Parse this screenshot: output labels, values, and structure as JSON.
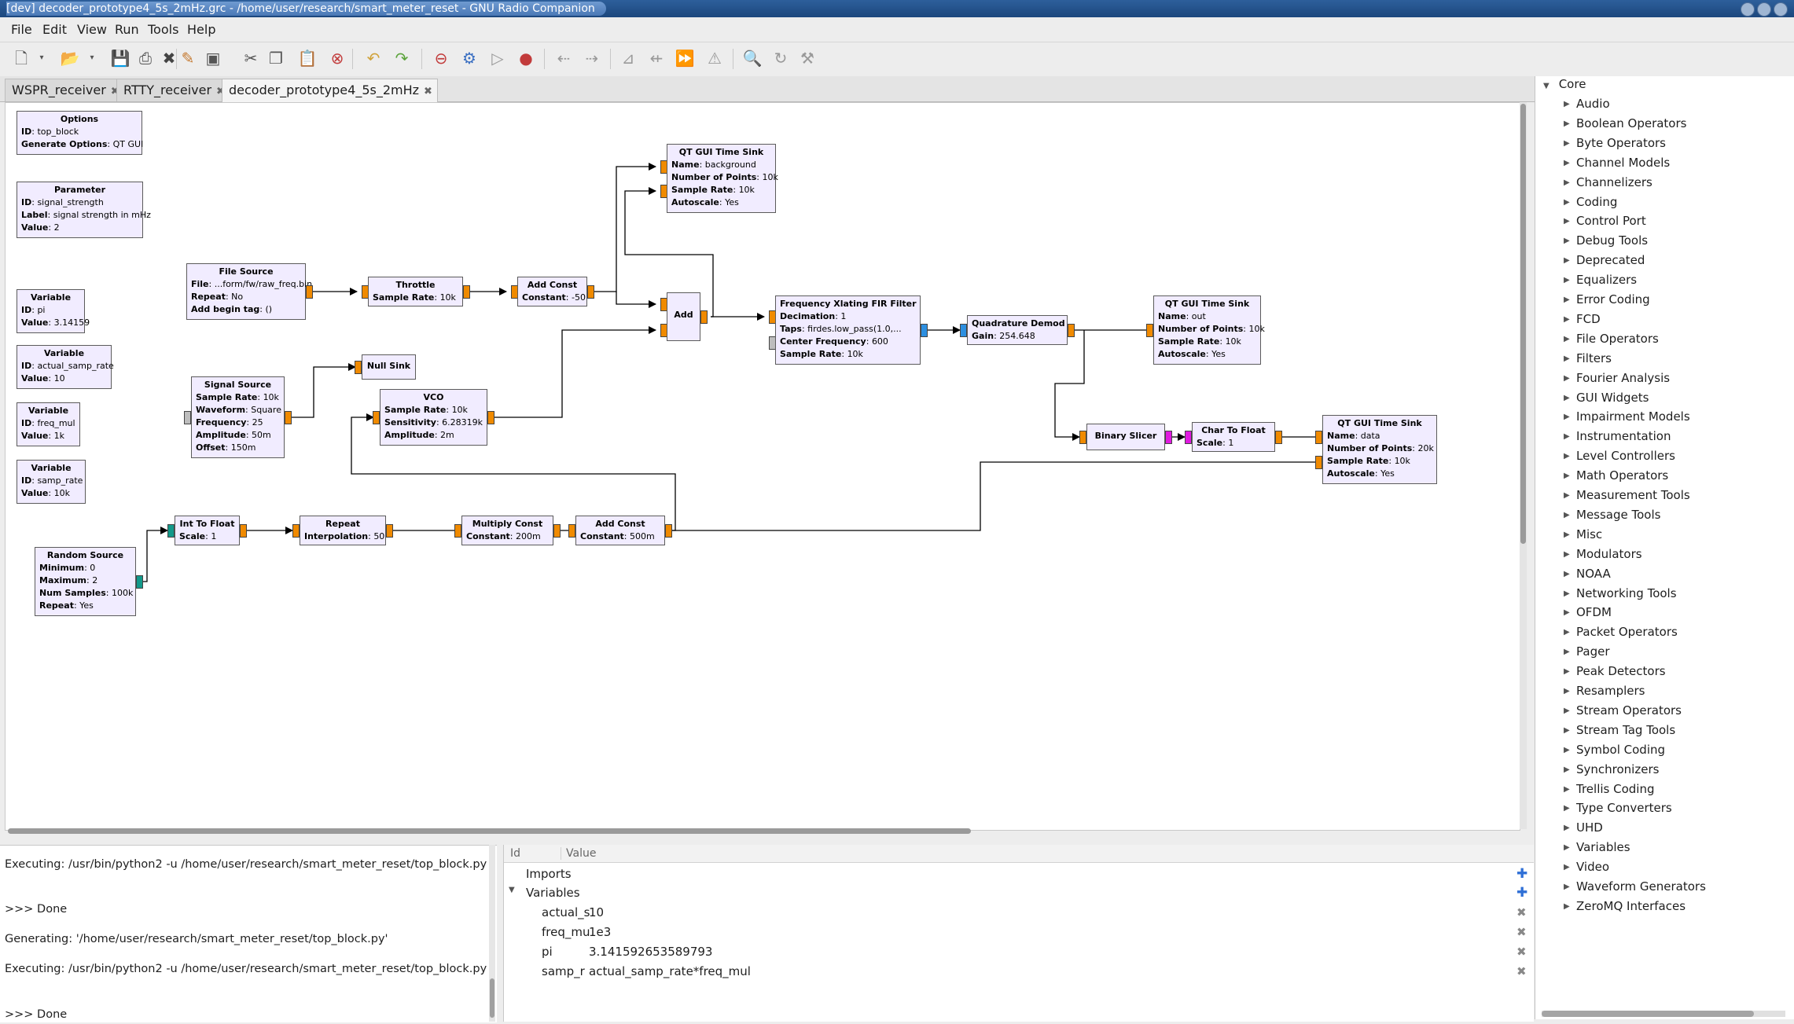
{
  "window": {
    "title": "[dev] decoder_prototype4_5s_2mHz.grc - /home/user/research/smart_meter_reset - GNU Radio Companion"
  },
  "menu": [
    "File",
    "Edit",
    "View",
    "Run",
    "Tools",
    "Help"
  ],
  "toolbar_icons": [
    "new-icon",
    "dropdown-icon",
    "open-icon",
    "dropdown-icon",
    "save-icon",
    "print-icon",
    "close-icon",
    "properties-icon",
    "screenshot-icon",
    "cut-icon",
    "copy-icon",
    "paste-icon",
    "delete-icon",
    "undo-icon",
    "redo-icon",
    "disable-icon",
    "generate-icon",
    "run-icon",
    "kill-icon",
    "rotate-left-icon",
    "rotate-right-icon",
    "bypass-icon",
    "reload-icon",
    "forward-icon",
    "find-icon",
    "refresh-icon",
    "debug-icon"
  ],
  "tabs": [
    {
      "label": "WSPR_receiver",
      "active": false
    },
    {
      "label": "RTTY_receiver",
      "active": false
    },
    {
      "label": "decoder_prototype4_5s_2mHz",
      "active": true
    }
  ],
  "blocks": [
    {
      "key": "options",
      "title": "Options",
      "props": [
        [
          "ID",
          "top_block"
        ],
        [
          "Generate Options",
          "QT GUI"
        ]
      ]
    },
    {
      "key": "parameter",
      "title": "Parameter",
      "props": [
        [
          "ID",
          "signal_strength"
        ],
        [
          "Label",
          "signal strength in mHz"
        ],
        [
          "Value",
          "2"
        ]
      ]
    },
    {
      "key": "var_pi",
      "title": "Variable",
      "props": [
        [
          "ID",
          "pi"
        ],
        [
          "Value",
          "3.14159"
        ]
      ]
    },
    {
      "key": "var_actual",
      "title": "Variable",
      "props": [
        [
          "ID",
          "actual_samp_rate"
        ],
        [
          "Value",
          "10"
        ]
      ]
    },
    {
      "key": "var_freq",
      "title": "Variable",
      "props": [
        [
          "ID",
          "freq_mul"
        ],
        [
          "Value",
          "1k"
        ]
      ]
    },
    {
      "key": "var_samp",
      "title": "Variable",
      "props": [
        [
          "ID",
          "samp_rate"
        ],
        [
          "Value",
          "10k"
        ]
      ]
    },
    {
      "key": "file_source",
      "title": "File Source",
      "props": [
        [
          "File",
          "...form/fw/raw_freq.bin"
        ],
        [
          "Repeat",
          "No"
        ],
        [
          "Add begin tag",
          "()"
        ]
      ]
    },
    {
      "key": "throttle",
      "title": "Throttle",
      "props": [
        [
          "Sample Rate",
          "10k"
        ]
      ]
    },
    {
      "key": "add_const1",
      "title": "Add Const",
      "props": [
        [
          "Constant",
          "-50"
        ]
      ]
    },
    {
      "key": "qt_sink1",
      "title": "QT GUI Time Sink",
      "props": [
        [
          "Name",
          "background"
        ],
        [
          "Number of Points",
          "10k"
        ],
        [
          "Sample Rate",
          "10k"
        ],
        [
          "Autoscale",
          "Yes"
        ]
      ]
    },
    {
      "key": "add",
      "title": "Add",
      "props": []
    },
    {
      "key": "fxlating",
      "title": "Frequency Xlating FIR Filter",
      "props": [
        [
          "Decimation",
          "1"
        ],
        [
          "Taps",
          "firdes.low_pass(1.0,..."
        ],
        [
          "Center Frequency",
          "600"
        ],
        [
          "Sample Rate",
          "10k"
        ]
      ]
    },
    {
      "key": "quad_demod",
      "title": "Quadrature Demod",
      "props": [
        [
          "Gain",
          "254.648"
        ]
      ]
    },
    {
      "key": "qt_sink2",
      "title": "QT GUI Time Sink",
      "props": [
        [
          "Name",
          "out"
        ],
        [
          "Number of Points",
          "10k"
        ],
        [
          "Sample Rate",
          "10k"
        ],
        [
          "Autoscale",
          "Yes"
        ]
      ]
    },
    {
      "key": "null_sink",
      "title": "Null Sink",
      "props": []
    },
    {
      "key": "signal_source",
      "title": "Signal Source",
      "props": [
        [
          "Sample Rate",
          "10k"
        ],
        [
          "Waveform",
          "Square"
        ],
        [
          "Frequency",
          "25"
        ],
        [
          "Amplitude",
          "50m"
        ],
        [
          "Offset",
          "150m"
        ]
      ]
    },
    {
      "key": "vco",
      "title": "VCO",
      "props": [
        [
          "Sample Rate",
          "10k"
        ],
        [
          "Sensitivity",
          "6.28319k"
        ],
        [
          "Amplitude",
          "2m"
        ]
      ]
    },
    {
      "key": "binary_slicer",
      "title": "Binary Slicer",
      "props": []
    },
    {
      "key": "char_to_float",
      "title": "Char To Float",
      "props": [
        [
          "Scale",
          "1"
        ]
      ]
    },
    {
      "key": "qt_sink3",
      "title": "QT GUI Time Sink",
      "props": [
        [
          "Name",
          "data"
        ],
        [
          "Number of Points",
          "20k"
        ],
        [
          "Sample Rate",
          "10k"
        ],
        [
          "Autoscale",
          "Yes"
        ]
      ]
    },
    {
      "key": "int_to_float",
      "title": "Int To Float",
      "props": [
        [
          "Scale",
          "1"
        ]
      ]
    },
    {
      "key": "repeat",
      "title": "Repeat",
      "props": [
        [
          "Interpolation",
          "50"
        ]
      ]
    },
    {
      "key": "multiply_const",
      "title": "Multiply Const",
      "props": [
        [
          "Constant",
          "200m"
        ]
      ]
    },
    {
      "key": "add_const2",
      "title": "Add Const",
      "props": [
        [
          "Constant",
          "500m"
        ]
      ]
    },
    {
      "key": "random_source",
      "title": "Random Source",
      "props": [
        [
          "Minimum",
          "0"
        ],
        [
          "Maximum",
          "2"
        ],
        [
          "Num Samples",
          "100k"
        ],
        [
          "Repeat",
          "Yes"
        ]
      ]
    }
  ],
  "tree": {
    "root": "Core",
    "items": [
      "Audio",
      "Boolean Operators",
      "Byte Operators",
      "Channel Models",
      "Channelizers",
      "Coding",
      "Control Port",
      "Debug Tools",
      "Deprecated",
      "Equalizers",
      "Error Coding",
      "FCD",
      "File Operators",
      "Filters",
      "Fourier Analysis",
      "GUI Widgets",
      "Impairment Models",
      "Instrumentation",
      "Level Controllers",
      "Math Operators",
      "Measurement Tools",
      "Message Tools",
      "Misc",
      "Modulators",
      "NOAA",
      "Networking Tools",
      "OFDM",
      "Packet Operators",
      "Pager",
      "Peak Detectors",
      "Resamplers",
      "Stream Operators",
      "Stream Tag Tools",
      "Symbol Coding",
      "Synchronizers",
      "Trellis Coding",
      "Type Converters",
      "UHD",
      "Variables",
      "Video",
      "Waveform Generators",
      "ZeroMQ Interfaces"
    ]
  },
  "console": [
    "Executing: /usr/bin/python2 -u /home/user/research/smart_meter_reset/top_block.py",
    "",
    ">>> Done",
    "Generating: '/home/user/research/smart_meter_reset/top_block.py'",
    "Executing: /usr/bin/python2 -u /home/user/research/smart_meter_reset/top_block.py",
    "",
    ">>> Done"
  ],
  "variables": {
    "header_id": "Id",
    "header_value": "Value",
    "imports_label": "Imports",
    "variables_label": "Variables",
    "rows": [
      {
        "id": "actual_s",
        "value": "10"
      },
      {
        "id": "freq_mu",
        "value": "1e3"
      },
      {
        "id": "pi",
        "value": "3.141592653589793"
      },
      {
        "id": "samp_r",
        "value": "actual_samp_rate*freq_mul"
      }
    ]
  }
}
